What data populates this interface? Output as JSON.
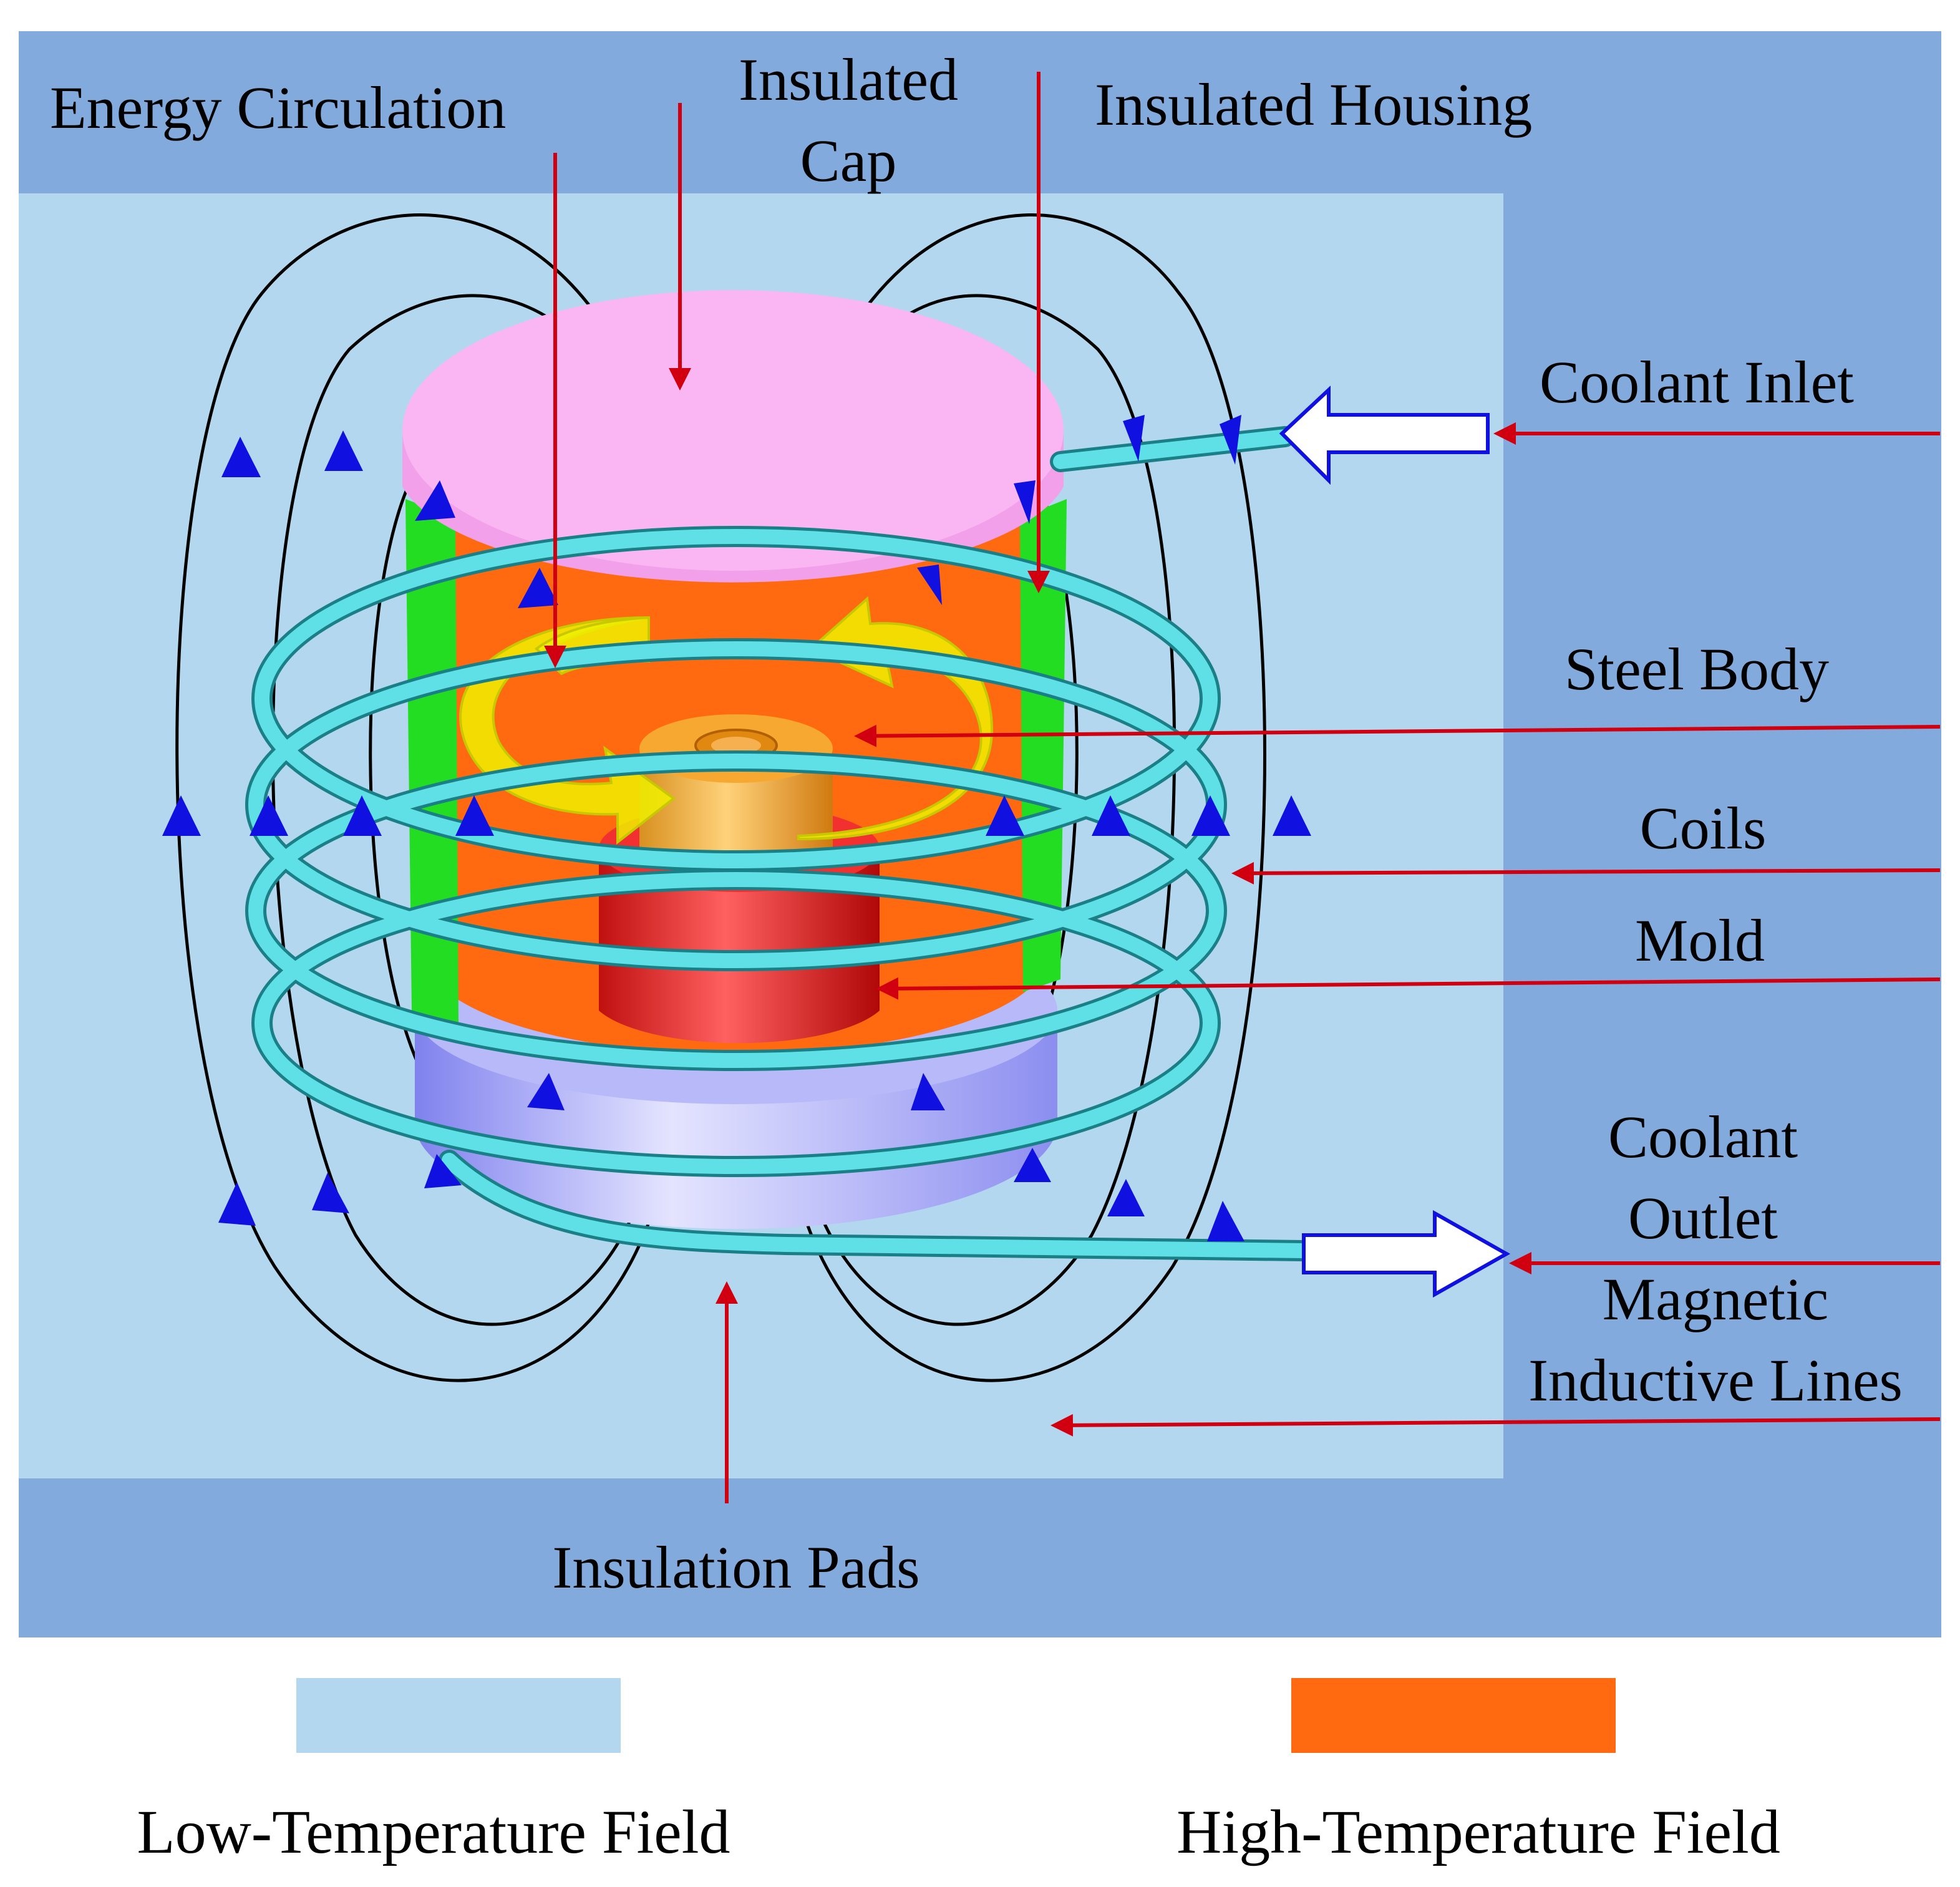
{
  "labels": {
    "energy_circulation": "Energy Circulation",
    "insulated_cap_line1": "Insulated",
    "insulated_cap_line2": "Cap",
    "insulated_housing": "Insulated Housing",
    "coolant_inlet": "Coolant Inlet",
    "steel_body": "Steel Body",
    "coils": "Coils",
    "mold": "Mold",
    "coolant_outlet_line1": "Coolant",
    "coolant_outlet_line2": "Outlet",
    "magnetic_line1": "Magnetic",
    "magnetic_line2": "Inductive Lines",
    "insulation_pads": "Insulation Pads"
  },
  "legend": [
    {
      "label": "Low-Temperature Field",
      "color": "#b3d7ee"
    },
    {
      "label": "High-Temperature Field",
      "color": "#ff6a10"
    }
  ],
  "colors": {
    "housing": "#82aadc",
    "low_temp_field": "#b3d7ee",
    "high_temp_field": "#ff6a10",
    "cap": "#f7b0ef",
    "steel_body": "#22dd22",
    "coil": "#5ee0e6",
    "mold": "#e82020",
    "crucible": "#f5a623",
    "insulation_pad": "#a9aaf5",
    "arrow_red": "#d00010",
    "arrow_blue": "#1010e0",
    "energy_arrow": "#f0f000"
  },
  "icons": {
    "flow_arrow": "blue-triangle-icon",
    "pointer_arrow": "red-arrow-icon",
    "coolant_flow": "hollow-arrow-icon",
    "energy_circulation": "curved-yellow-arrow-icon"
  }
}
